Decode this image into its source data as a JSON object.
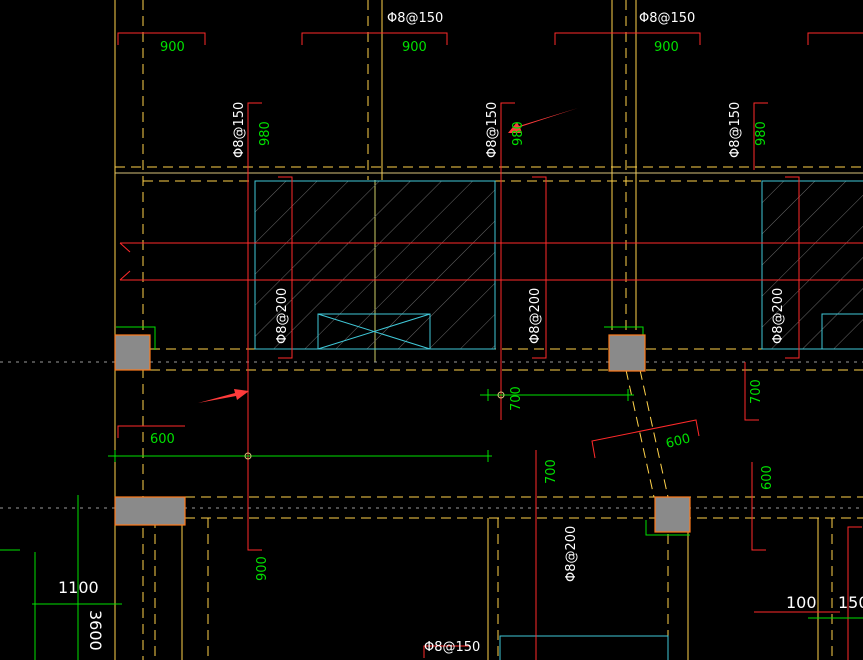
{
  "colors": {
    "background": "#000000",
    "wall_line": "#ffd24a",
    "rebar_red": "#ff2a2a",
    "dimension_green": "#00e000",
    "text_white": "#ffffff",
    "opening_cyan": "#40c8d8",
    "column_fill": "#8a8a8a",
    "column_outline": "#ff7a1a",
    "arrow_red": "#ff3b3b"
  },
  "labels": {
    "rebar_top_a": "Φ8@150",
    "rebar_top_b": "Φ8@150",
    "rebar_v1": "Φ8@150",
    "rebar_v2": "Φ8@150",
    "rebar_v3": "Φ8@150",
    "rebar_mid1": "Φ8@200",
    "rebar_mid2": "Φ8@200",
    "rebar_mid3": "Φ8@200",
    "rebar_low": "Φ8@200",
    "rebar_bottom": "Φ8@150"
  },
  "dimensions": {
    "d900_a": "900",
    "d900_b": "900",
    "d900_c": "900",
    "d980_a": "980",
    "d980_b": "980",
    "d980_c": "980",
    "d600_left": "600",
    "d700_a": "700",
    "d700_b": "700",
    "d700_c": "700",
    "d600_diag": "600",
    "d600_right": "600",
    "d900_low": "900",
    "d1100": "1100",
    "d3600": "3600",
    "d100": "100",
    "d150": "150"
  }
}
